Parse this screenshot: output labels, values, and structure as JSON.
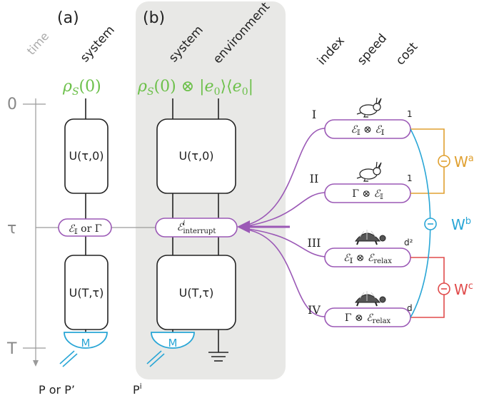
{
  "panels": {
    "a_label": "(a)",
    "b_label": "(b)"
  },
  "headers": {
    "time": "time",
    "system_a": "system",
    "system_b": "system",
    "environment": "environment",
    "index": "index",
    "speed": "speed",
    "cost": "cost"
  },
  "time_axis": {
    "t0": "0",
    "tau": "τ",
    "T": "T"
  },
  "states": {
    "rho_a": "ρS(0)",
    "rho_b_left": "ρS(0) ⊗ |e0⟩⟨e0|"
  },
  "blocks": {
    "a_upper": "U(τ,0)",
    "a_lower": "U(T,τ)",
    "b_upper": "U(τ,0)",
    "b_lower": "U(T,τ)",
    "a_channel": "𝓔𝕀 or Γ",
    "b_channel": "𝓔ⁱinterrupt",
    "measure_a": "M",
    "measure_b": "M"
  },
  "outcomes": {
    "a": "P or P’",
    "b": "Pⁱ"
  },
  "options": [
    {
      "index": "I",
      "channel": "𝓔𝕀 ⊗ 𝓔𝕀",
      "cost": "1",
      "speed": "rabbit"
    },
    {
      "index": "II",
      "channel": "Γ ⊗ 𝓔𝕀",
      "cost": "1",
      "speed": "rabbit"
    },
    {
      "index": "III",
      "channel": "𝓔𝕀 ⊗ 𝓔relax",
      "cost": "d²",
      "speed": "turtle"
    },
    {
      "index": "IV",
      "channel": "Γ ⊗ 𝓔relax",
      "cost": "d",
      "speed": "turtle"
    }
  ],
  "works": {
    "wa": "Wᵃ",
    "wb": "Wᵇ",
    "wc": "Wᶜ",
    "minus": "−"
  },
  "colors": {
    "green": "#6cc04a",
    "purple": "#9b59b6",
    "orange": "#e0a030",
    "blue": "#29a6d6",
    "red": "#e04b4b",
    "gray": "#9a9a9a",
    "shade": "#e8e8e6"
  }
}
